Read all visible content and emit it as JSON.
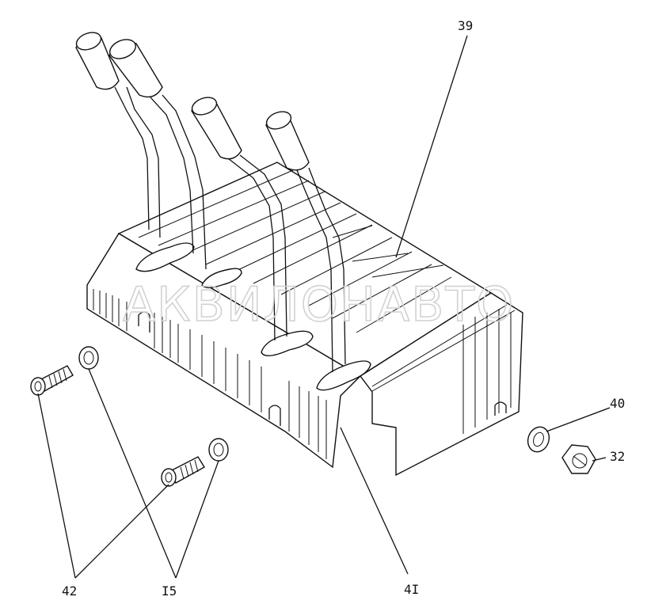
{
  "callouts": {
    "c39": "39",
    "c40": "40",
    "c32": "32",
    "c42": "42",
    "c15": "I5",
    "c41": "4I"
  },
  "watermark": "АКВИЛОНАВТО"
}
